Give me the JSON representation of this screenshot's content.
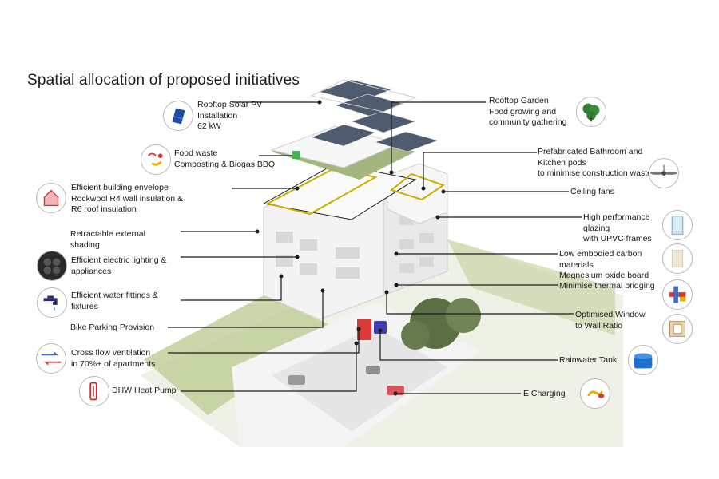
{
  "title": "Spatial allocation of proposed initiatives",
  "left_labels": [
    {
      "lines": [
        "Rooftop Solar PV",
        "Installation",
        "62 kW"
      ],
      "icon": "solar-panel-icon"
    },
    {
      "lines": [
        "Food waste",
        "Composting & Biogas BBQ"
      ],
      "icon": "food-waste-icon"
    },
    {
      "lines": [
        "Efficient building envelope",
        "Rockwool R4 wall insulation &",
        "R6 roof insulation"
      ],
      "icon": "insulation-house-icon"
    },
    {
      "lines": [
        "Retractable external",
        "shading"
      ],
      "icon": ""
    },
    {
      "lines": [
        "Efficient electric lighting &",
        "appliances"
      ],
      "icon": "induction-cooktop-icon"
    },
    {
      "lines": [
        "Efficient water fittings &",
        "fixtures"
      ],
      "icon": "water-tap-icon"
    },
    {
      "lines": [
        "Bike Parking Provision"
      ],
      "icon": ""
    },
    {
      "lines": [
        "Cross flow ventilation",
        "in 70%+ of apartments"
      ],
      "icon": "airflow-icon"
    },
    {
      "lines": [
        "DHW Heat Pump"
      ],
      "icon": "heat-pump-icon"
    }
  ],
  "right_labels": [
    {
      "lines": [
        "Rooftop Garden",
        "Food growing and",
        "community gathering"
      ],
      "icon": "tree-icon"
    },
    {
      "lines": [
        "Prefabricated Bathroom and",
        "Kitchen pods",
        "to minimise construction waste"
      ],
      "icon": ""
    },
    {
      "lines": [
        "Ceiling fans"
      ],
      "icon": "ceiling-fan-icon"
    },
    {
      "lines": [
        "High performance",
        "glazing",
        "with UPVC frames"
      ],
      "icon": "window-glazing-icon"
    },
    {
      "lines": [
        "Low embodied carbon",
        "materials",
        "Magnesium oxide board"
      ],
      "icon": "board-panel-icon"
    },
    {
      "lines": [
        "Minimise thermal bridging"
      ],
      "icon": "thermal-bridge-icon"
    },
    {
      "lines": [
        "Optimised Window",
        "to Wall Ratio"
      ],
      "icon": "window-ratio-icon"
    },
    {
      "lines": [
        "Rainwater Tank"
      ],
      "icon": "rainwater-tank-icon"
    },
    {
      "lines": [
        "E Charging"
      ],
      "icon": "ev-charging-icon"
    }
  ]
}
